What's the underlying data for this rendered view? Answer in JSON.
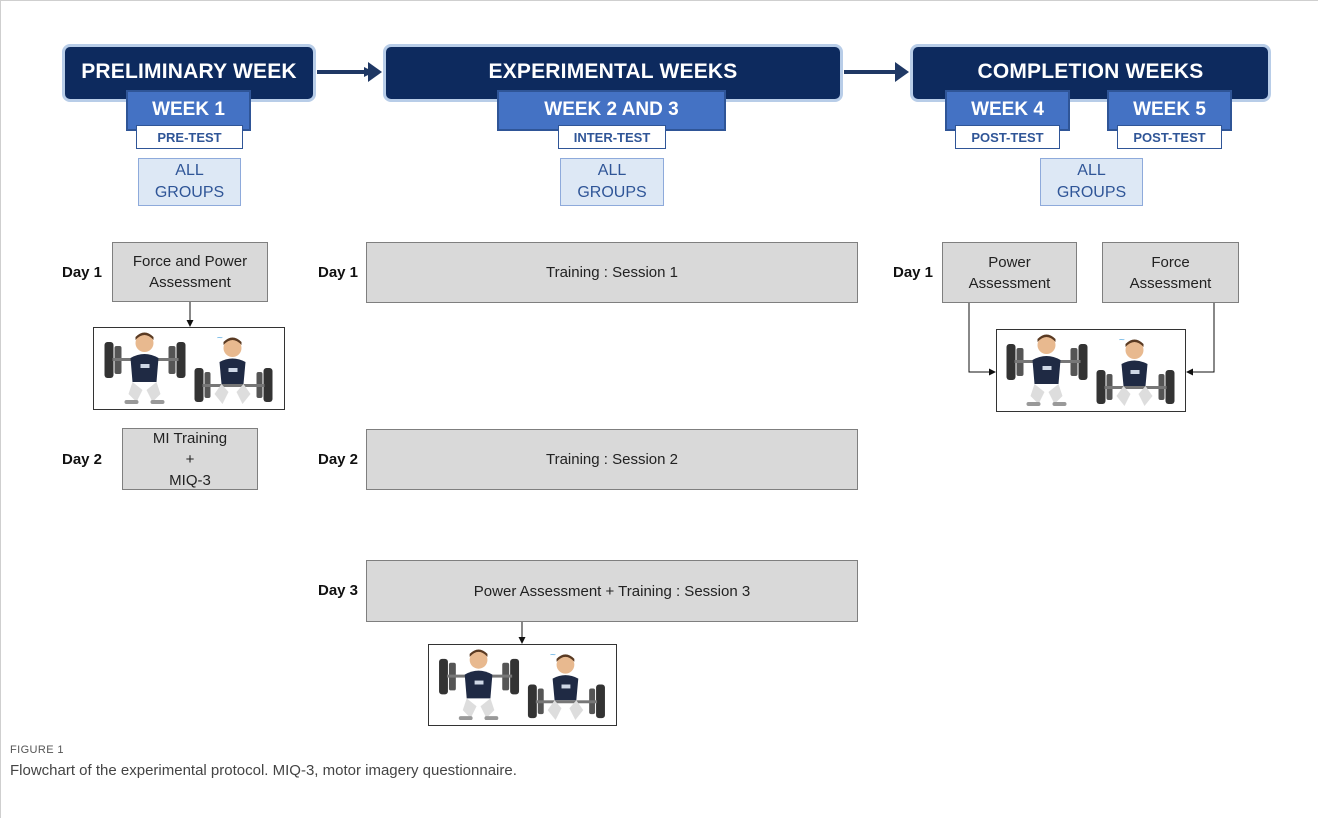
{
  "phases": {
    "preliminary": "PRELIMINARY WEEK",
    "experimental": "EXPERIMENTAL WEEKS",
    "completion": "COMPLETION WEEKS"
  },
  "weeks": {
    "week1": "WEEK 1",
    "week23": "WEEK 2 AND 3",
    "week4": "WEEK 4",
    "week5": "WEEK 5"
  },
  "tests": {
    "pre": "PRE-TEST",
    "inter": "INTER-TEST",
    "post4": "POST-TEST",
    "post5": "POST-TEST"
  },
  "groups": {
    "line1": "ALL",
    "line2": "GROUPS"
  },
  "days": {
    "day1": "Day 1",
    "day2": "Day 2",
    "day3": "Day 3"
  },
  "preliminary_week": {
    "day1_line1": "Force and Power",
    "day1_line2": "Assessment",
    "day2_line1": "MI Training",
    "day2_line2": "+",
    "day2_line3": "MIQ-3"
  },
  "experimental_weeks": {
    "session1": "Training : Session 1",
    "session2": "Training : Session 2",
    "session3": "Power Assessment + Training : Session 3"
  },
  "completion_weeks": {
    "power_line1": "Power",
    "power_line2": "Assessment",
    "force_line1": "Force",
    "force_line2": "Assessment"
  },
  "figure": {
    "label": "FIGURE 1",
    "caption": "Flowchart of the experimental protocol. MIQ-3, motor imagery questionnaire."
  },
  "colors": {
    "phase_fill": "#0d2a5e",
    "week_fill": "#4472c4",
    "groups_fill": "#dde8f5",
    "box_fill": "#d9d9d9",
    "arrow": "#1f3864"
  }
}
